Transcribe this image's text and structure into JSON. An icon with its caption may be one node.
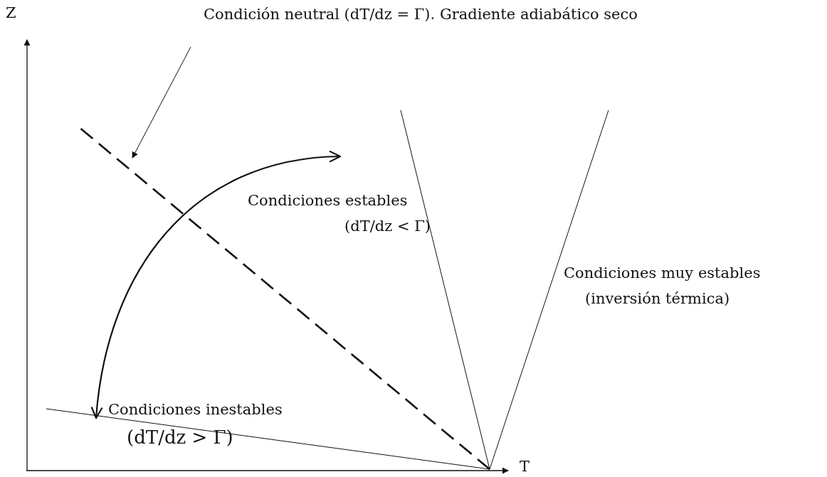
{
  "diagram": {
    "nodes": [
      {
        "text": [
          "Condición neutral (dT/dz = Γ). Gradiente adiabático seco"
        ]
      },
      {
        "text": [],
        "shape": "line"
      }
    ],
    "edges": [
      {
        "from": 0,
        "to": 1,
        "arrow": "to"
      }
    ],
    "labels": [
      "Z",
      "Condiciones estables",
      "(dT/dz < Γ)",
      "Condiciones muy estables",
      "(inversión térmica)",
      "Condiciones inestables",
      "(dT/dz > Γ)",
      "T"
    ]
  }
}
